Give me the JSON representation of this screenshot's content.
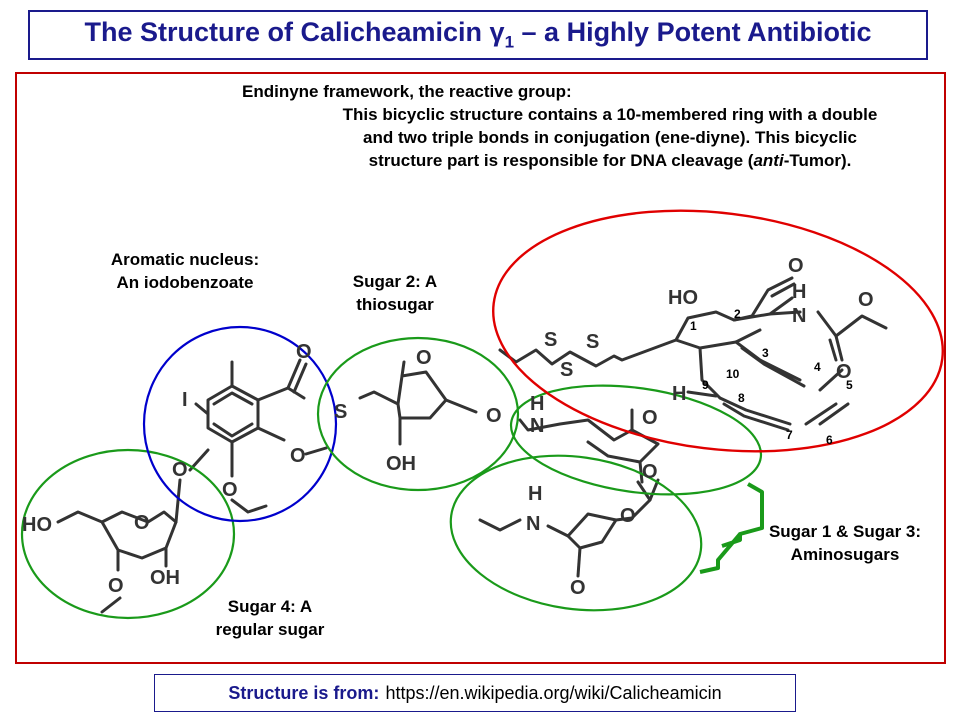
{
  "title": {
    "main": "The Structure of Calicheamicin γ",
    "subscript": "1",
    "rest": " – a Highly Potent Antibiotic"
  },
  "labels": {
    "endiyne_head": "Endinyne framework, the reactive  group:",
    "endiyne_line1": "This bicyclic  structure contains a 10-membered ring with a double",
    "endiyne_line2": "and two triple bonds in conjugation (ene-diyne). This bicyclic",
    "endiyne_line3_a": "structure  part is responsible for DNA cleavage (",
    "endiyne_line3_italic": "anti",
    "endiyne_line3_b": "-Tumor).",
    "aromatic_line1": "Aromatic nucleus:",
    "aromatic_line2": "An iodobenzoate",
    "sugar2_line1": "Sugar 2: A",
    "sugar2_line2": "thiosugar",
    "sugar4_line1": "Sugar 4: A",
    "sugar4_line2": "regular sugar",
    "sugar13_line1": "Sugar 1 & Sugar 3:",
    "sugar13_line2": "Aminosugars"
  },
  "atoms": {
    "ho_left": "HO",
    "o_ring4": "O",
    "o_me4": "O",
    "oh4": "OH",
    "o_link4": "O",
    "iodine": "I",
    "o_ar1": "O",
    "o_ar2": "O",
    "o_carbonyl": "O",
    "s_thio": "S",
    "o_ring2": "O",
    "oh2": "OH",
    "o_glyc": "O",
    "h_n1": "H",
    "n_1": "N",
    "o_ring1": "O",
    "o_link1": "O",
    "h_n3": "H",
    "n_3": "N",
    "o_ring3": "O",
    "o_me3": "O",
    "s_a": "S",
    "s_b": "S",
    "s_c": "S",
    "ho_top": "HO",
    "o_ketone": "O",
    "h_nh": "H",
    "n_carb": "N",
    "o_carb1": "O",
    "o_carb2": "O",
    "h_c9": "H"
  },
  "ring_numbers": [
    "1",
    "2",
    "3",
    "4",
    "5",
    "6",
    "7",
    "8",
    "9",
    "10"
  ],
  "circle_colors": {
    "endiyne": "#e00000",
    "aromatic": "#0000cc",
    "sugars": "#1a9a1a"
  },
  "source": {
    "label": "Structure is from:",
    "url": "https://en.wikipedia.org/wiki/Calicheamicin"
  }
}
